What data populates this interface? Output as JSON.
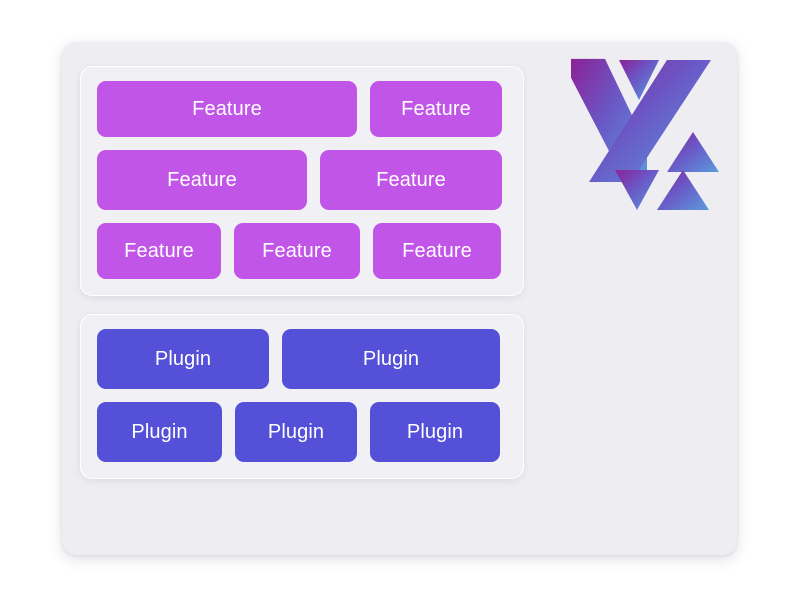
{
  "card": {
    "background_color": "#eeeef2",
    "panel_background_color": "#f1f1f5",
    "panel_border_color": "#ffffff"
  },
  "colors": {
    "feature_button": "#c155e8",
    "plugin_button": "#5550d8",
    "button_text": "#ffffff",
    "logo_gradient_start": "#8b2296",
    "logo_gradient_mid": "#6a58c6",
    "logo_gradient_end": "#5b9bdd",
    "page_background": "#ffffff"
  },
  "features_panel": {
    "name": "features-panel",
    "rows": [
      {
        "buttons": [
          {
            "label": "Feature",
            "width_class": "w-260"
          },
          {
            "label": "Feature",
            "width_class": "w-132"
          }
        ]
      },
      {
        "buttons": [
          {
            "label": "Feature",
            "width_class": "w-210"
          },
          {
            "label": "Feature",
            "width_class": "w-182"
          }
        ]
      },
      {
        "buttons": [
          {
            "label": "Feature",
            "width_class": "w-124"
          },
          {
            "label": "Feature",
            "width_class": "w-126"
          },
          {
            "label": "Feature",
            "width_class": "w-128"
          }
        ]
      }
    ]
  },
  "plugins_panel": {
    "name": "plugins-panel",
    "rows": [
      {
        "buttons": [
          {
            "label": "Plugin",
            "width_class": "w-172"
          },
          {
            "label": "Plugin",
            "width_class": "w-218"
          }
        ]
      },
      {
        "buttons": [
          {
            "label": "Plugin",
            "width_class": "w-125"
          },
          {
            "label": "Plugin",
            "width_class": "w-122"
          },
          {
            "label": "Plugin",
            "width_class": "w-130"
          }
        ]
      }
    ]
  },
  "logo": {
    "name": "brand-logo",
    "alt_text": "V X brand mark",
    "shapes": [
      "large-v-left-stroke",
      "small-v-top-center",
      "large-diagonal-slash",
      "small-v-bottom-center",
      "small-triangle-right-upper",
      "small-triangle-bottom-right"
    ]
  }
}
